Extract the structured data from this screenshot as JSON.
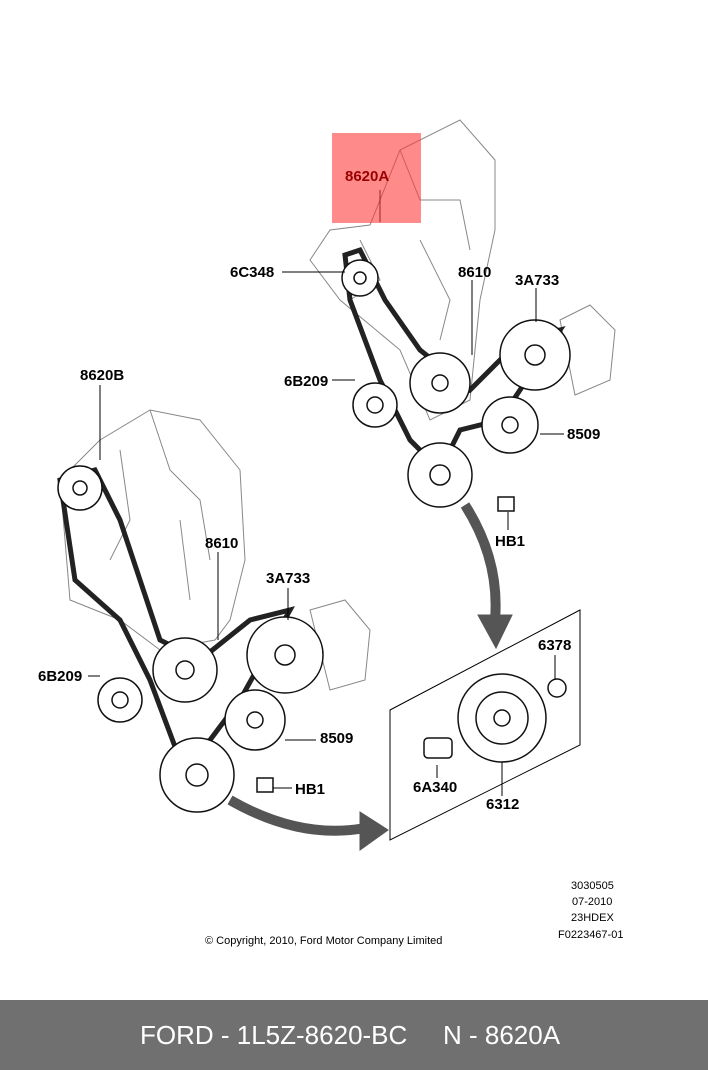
{
  "labels": {
    "top_part": "8620A",
    "top_tensioner": "6C348",
    "top_alternator": "8610",
    "top_ps_pump": "3A733",
    "top_idler": "6B209",
    "top_water_pump": "8509",
    "top_bolt": "HB1",
    "left_belt": "8620B",
    "left_alternator": "8610",
    "left_ps_pump": "3A733",
    "left_idler": "6B209",
    "left_water_pump": "8509",
    "left_bolt": "HB1",
    "detail_ring": "6378",
    "detail_bolt": "6A340",
    "detail_damper": "6312"
  },
  "meta": {
    "code1": "3030505",
    "code2": "07-2010",
    "code3": "23HDEX",
    "code4": "F0223467-01",
    "copyright": "© Copyright, 2010, Ford Motor Company Limited"
  },
  "footer": {
    "brand_part": "FORD - 1L5Z-8620-BC",
    "oem_part": "N - 8620A"
  }
}
